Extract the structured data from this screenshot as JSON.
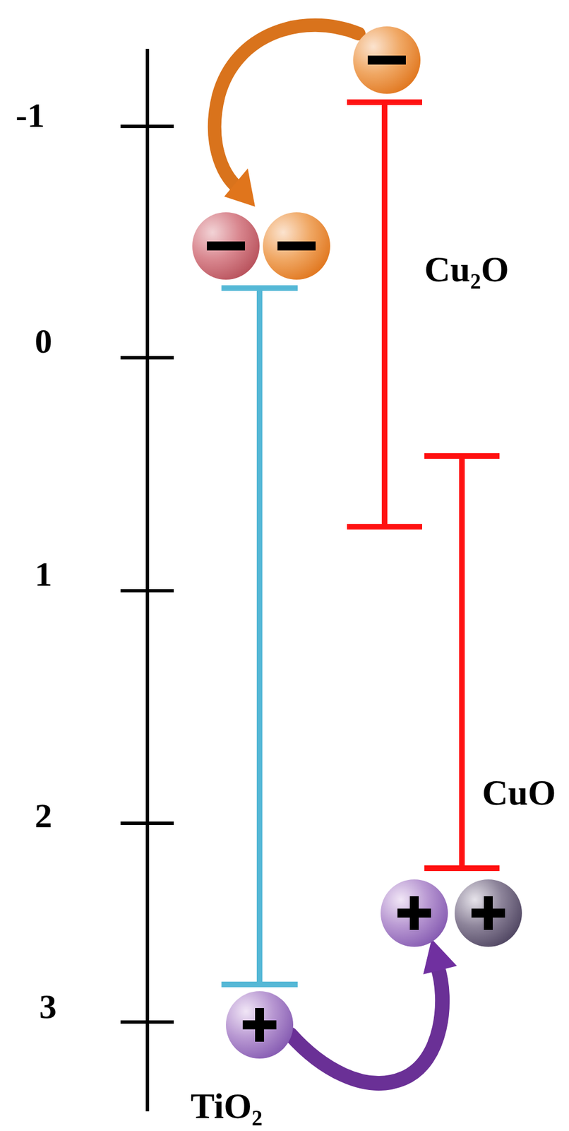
{
  "diagram": {
    "labels": [
      "-1",
      "0",
      "1",
      "2",
      "3",
      "Cu₂O",
      "CuO",
      "TiO₂"
    ]
  }
}
